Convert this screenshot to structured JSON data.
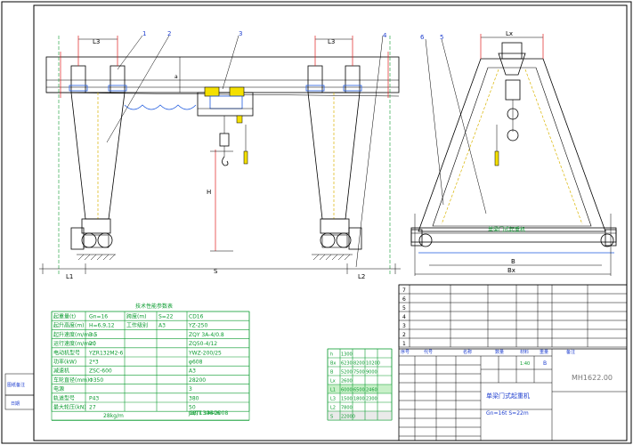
{
  "dimensions": {
    "L3_left": "L3",
    "L3_right": "L3",
    "L1": "L1",
    "L2": "L2",
    "S": "S",
    "H": "H",
    "Lx": "Lx",
    "B": "B",
    "Bx": "Bx"
  },
  "balloons": [
    "1",
    "2",
    "3",
    "4",
    "6",
    "5"
  ],
  "spec_table": {
    "title": "技术性能参数表",
    "rows": [
      [
        "起重量(t)",
        "Gn=16",
        "跨度(m)",
        "S=22"
      ],
      [
        "起升高度(m)",
        "H=6,9,12",
        "工作级别",
        "A3"
      ],
      [
        "起升速度(m/min)",
        "3.5",
        "",
        ""
      ],
      [
        "运行速度(m/min)",
        "20",
        "",
        ""
      ],
      [
        "电动机型号",
        "YZR132M2-6",
        "",
        ""
      ],
      [
        "功率(kW)",
        "2*3",
        "",
        ""
      ],
      [
        "减速机",
        "ZSC-600",
        "",
        ""
      ],
      [
        "车轮直径(mm)",
        "Φ350",
        "",
        ""
      ],
      [
        "电源",
        "",
        "",
        ""
      ],
      [
        "轨道型号",
        "P43",
        "",
        ""
      ],
      [
        "最大轮压(kN)",
        "27",
        "",
        ""
      ],
      [
        "",
        "28kg/m",
        "",
        ""
      ]
    ],
    "right_values": [
      "CD16",
      "YZ-250",
      "ZQY 3A-4/0.8",
      "ZQ50-4/12",
      "YWZ-200/25",
      "φ608",
      "A3",
      "28200",
      "3",
      "380",
      "50",
      "JB/T1306-2008",
      "GB/T 14406"
    ]
  },
  "dim_table": {
    "rows": [
      [
        "h",
        "1300",
        "",
        ""
      ],
      [
        "Bx",
        "6230",
        "8200",
        "10200"
      ],
      [
        "B",
        "5200",
        "7500",
        "9000"
      ],
      [
        "Lx",
        "2600",
        "",
        ""
      ],
      [
        "L1",
        "6000",
        "6500",
        "2460"
      ],
      [
        "L3",
        "1500",
        "1800",
        "2300"
      ],
      [
        "L2",
        "7800",
        "",
        ""
      ],
      [
        "S",
        "22000",
        "",
        ""
      ]
    ],
    "row_fills": {
      "L1": "#c8f0c8",
      "S": "#eaeaea"
    }
  },
  "title_block": {
    "drawing_title": "单梁门式起重机",
    "drawing_spec": "Gn=16t   S=22m",
    "drawing_number": "MH1622.00",
    "parts_rows": [
      "7",
      "6",
      "5",
      "4",
      "3",
      "2",
      "1"
    ],
    "header_labels": [
      "序号",
      "代号",
      "名称",
      "数量",
      "材料",
      "重量",
      "备注"
    ],
    "side_labels": [
      "图纸备注",
      "日期"
    ],
    "scale": "1:40",
    "sheet": "B"
  },
  "colors": {
    "line": "#000000",
    "green": "#0a9b2f",
    "blue": "#1e5adf",
    "yellow": "#d9b400",
    "red": "#e02020"
  }
}
